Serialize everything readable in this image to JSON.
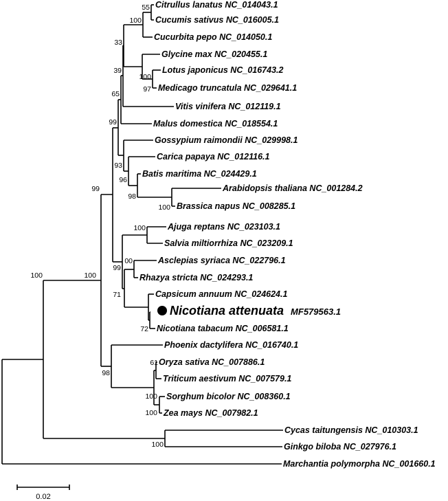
{
  "taxa": [
    {
      "name": "Citrullus lanatus NC_014043.1"
    },
    {
      "name": "Cucumis sativus NC_016005.1"
    },
    {
      "name": "Cucurbita pepo NC_014050.1"
    },
    {
      "name": "Glycine max NC_020455.1"
    },
    {
      "name": "Lotus japonicus NC_016743.2"
    },
    {
      "name": "Medicago truncatula NC_029641.1"
    },
    {
      "name": "Vitis vinifera NC_012119.1"
    },
    {
      "name": "Malus domestica NC_018554.1"
    },
    {
      "name": "Gossypium raimondii NC_029998.1"
    },
    {
      "name": "Carica papaya NC_012116.1"
    },
    {
      "name": "Batis maritima NC_024429.1"
    },
    {
      "name": "Arabidopsis thaliana NC_001284.2"
    },
    {
      "name": "Brassica napus NC_008285.1"
    },
    {
      "name": "Ajuga reptans NC_023103.1"
    },
    {
      "name": "Salvia miltiorrhiza NC_023209.1"
    },
    {
      "name": "Asclepias syriaca NC_022796.1"
    },
    {
      "name": "Rhazya stricta NC_024293.1"
    },
    {
      "name": "Capsicum annuum NC_024624.1"
    },
    {
      "name": "Nicotiana attenuata",
      "accession": "MF579563.1",
      "highlight": true
    },
    {
      "name": "Nicotiana tabacum NC_006581.1"
    },
    {
      "name": "Phoenix dactylifera NC_016740.1"
    },
    {
      "name": "Oryza sativa NC_007886.1"
    },
    {
      "name": "Triticum aestivum NC_007579.1"
    },
    {
      "name": "Sorghum bicolor NC_008360.1"
    },
    {
      "name": "Zea mays NC_007982.1"
    },
    {
      "name": "Cycas taitungensis NC_010303.1"
    },
    {
      "name": "Ginkgo biloba NC_027976.1"
    },
    {
      "name": "Marchantia polymorpha NC_001660.1"
    }
  ],
  "support_values": [
    "55",
    "100",
    "33",
    "100",
    "97",
    "39",
    "65",
    "99",
    "93",
    "96",
    "98",
    "100",
    "99",
    "100",
    "99",
    "00",
    "71",
    "72",
    "100",
    "61",
    "98",
    "100",
    "100",
    "100",
    "100"
  ],
  "scale_bar": {
    "label": "0.02",
    "value": 0.02
  },
  "marker": {
    "shape": "filled-circle",
    "color": "#000000"
  }
}
